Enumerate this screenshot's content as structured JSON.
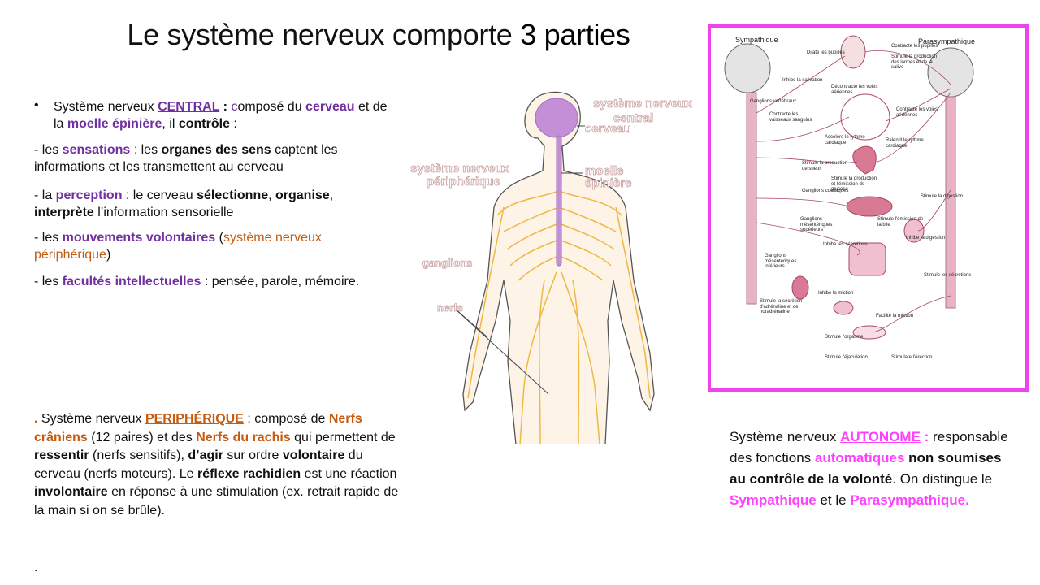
{
  "title": {
    "normal": "Le système nerveux comporte ",
    "bold": "3 parties"
  },
  "central": {
    "bullet": "•",
    "lines": [
      [
        [
          "n",
          "Système nerveux "
        ],
        [
          "pu",
          "CENTRAL"
        ],
        [
          "b",
          " : "
        ],
        [
          "pn",
          "c"
        ],
        [
          "n",
          "omposé du "
        ],
        [
          "p",
          "cerveau"
        ],
        [
          "n",
          " et de"
        ]
      ],
      [
        [
          "n",
          "la "
        ],
        [
          "p",
          "moelle épinière"
        ],
        [
          "n",
          ", il "
        ],
        [
          "b",
          "contrôle"
        ],
        [
          "n",
          " :"
        ]
      ]
    ],
    "items": [
      [
        [
          "n",
          "- les "
        ],
        [
          "p",
          "sensations"
        ],
        [
          "pn",
          " : "
        ],
        [
          "n",
          "les "
        ],
        [
          "b",
          "organes des sens"
        ],
        [
          "n",
          " captent les informations et les transmettent au cerveau"
        ]
      ],
      [
        [
          "n",
          "- la "
        ],
        [
          "p",
          "perception"
        ],
        [
          "n",
          " : le cerveau "
        ],
        [
          "b",
          "sélectionne"
        ],
        [
          "n",
          ", "
        ],
        [
          "b",
          "organise"
        ],
        [
          "n",
          ", "
        ],
        [
          "b",
          "interprète"
        ],
        [
          "n",
          " l’information sensorielle"
        ]
      ],
      [
        [
          "n",
          "- les "
        ],
        [
          "p",
          "mouvements volontaires"
        ],
        [
          "n",
          " ("
        ],
        [
          "o",
          "système nerveux périphérique"
        ],
        [
          "n",
          ")"
        ]
      ],
      [
        [
          "n",
          " - les "
        ],
        [
          "p",
          "facultés intellectuelles"
        ],
        [
          "n",
          " : pensée, parole, mémoire."
        ]
      ]
    ]
  },
  "peripheral": [
    [
      [
        "ob",
        ". "
      ],
      [
        "n",
        "  Système nerveux "
      ],
      [
        "obu",
        "PERIPHÉRIQUE"
      ],
      [
        "n",
        " : composé de "
      ],
      [
        "ob",
        "Nerfs crâniens"
      ],
      [
        "n",
        " (12 paires) et des "
      ],
      [
        "ob",
        "Nerfs du rachis"
      ],
      [
        "n",
        " qui permettent de "
      ],
      [
        "b",
        "ressentir"
      ],
      [
        "n",
        " (nerfs sensitifs), "
      ],
      [
        "b",
        "d’agir"
      ],
      [
        "n",
        " sur ordre "
      ],
      [
        "b",
        "volontaire"
      ],
      [
        "n",
        " du cerveau (nerfs moteurs). Le "
      ],
      [
        "b",
        "réflexe rachidien"
      ],
      [
        "n",
        " est une réaction "
      ],
      [
        "b",
        "involontaire"
      ],
      [
        "n",
        " en réponse à une stimulation (ex. retrait rapide de la main si on se brûle)."
      ]
    ]
  ],
  "trailing_dot": ".",
  "autonomous": [
    [
      [
        "n",
        " Système nerveux "
      ],
      [
        "mu",
        "AUTONOME"
      ],
      [
        "m",
        " :"
      ],
      [
        "n",
        " responsable des fonctions "
      ],
      [
        "m",
        "automatiques"
      ],
      [
        "b",
        " non soumises au contrôle de la volonté"
      ],
      [
        "n",
        ". On distingue le "
      ],
      [
        "m",
        "Sympathique"
      ],
      [
        "n",
        " et le "
      ],
      [
        "m",
        "Parasympathique."
      ]
    ]
  ],
  "body_diagram": {
    "labels": {
      "central": [
        "système nerveux",
        "central"
      ],
      "brain": "cerveau",
      "spinal_cord": [
        "moelle",
        "épinière"
      ],
      "peripheral": [
        "système nerveux",
        "périphérique"
      ],
      "ganglia": "ganglions",
      "nerves": "nerfs"
    },
    "colors": {
      "nerves": "#f0b840",
      "cns": "#c58fd8",
      "skin": "#fbe8d0",
      "label": "#c9a0a0"
    }
  },
  "autonomic_diagram": {
    "headers": {
      "left": "Sympathique",
      "right": "Parasympathique"
    },
    "labels": [
      "Dilate les pupilles",
      "Contracte les pupilles",
      "Stimule la production des larmes et de la salive",
      "Inhibe la salivation",
      "Décontracte les voies aériennes",
      "Ganglions vertébraux",
      "Contracte les vaisseaux sanguins",
      "Contracte les voies aériennes",
      "Accélère le rythme cardiaque",
      "Ralentit le rythme cardiaque",
      "Stimule la production de sueur",
      "Stimule la production et l'émission de glucose",
      "Ganglions coeliaques",
      "Stimule la digestion",
      "Ganglions mésentériques supérieurs",
      "Stimule l'émission de la bile",
      "Inhibe la digestion",
      "Inhibe les sécrétions",
      "Ganglions mésentériques inférieurs",
      "Stimule les sécrétions",
      "Inhibe la miction",
      "Stimule la sécrétion d'adrénaline et de noradrénaline",
      "Facilite la miction",
      "Stimule l'orgasme",
      "Stimule l'éjaculation",
      "Stimulate l'érection"
    ],
    "colors": {
      "border": "#ee44ee",
      "organ": "#d97a95",
      "nerve": "#a8466a"
    }
  }
}
